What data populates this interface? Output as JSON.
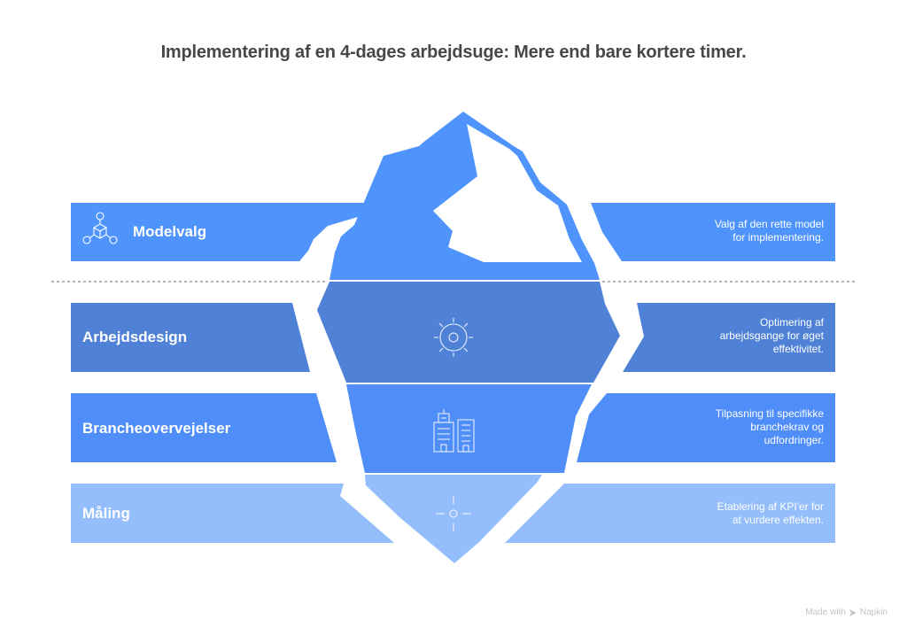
{
  "title": "Implementering af en 4-dages arbejdsuge: Mere end bare kortere timer.",
  "colors": {
    "tip": "#4f94fd",
    "row_dark": "#4f82d6",
    "row_mid": "#4f8ef8",
    "row_light": "#94bdfc",
    "title": "#474747",
    "waterline": "#9a9a9a"
  },
  "rows": [
    {
      "label": "Modelvalg",
      "icon": "network-cube-icon",
      "description_lines": [
        "Valg af den rette model",
        "for implementering."
      ],
      "level": "above-water"
    },
    {
      "label": "Arbejdsdesign",
      "icon": "gear-sun-icon",
      "description_lines": [
        "Optimering af",
        "arbejdsgange for øget",
        "effektivitet."
      ],
      "level": "below-water"
    },
    {
      "label": "Brancheovervejelser",
      "icon": "buildings-icon",
      "description_lines": [
        "Tilpasning til specifikke",
        "branchekrav og",
        "udfordringer."
      ],
      "level": "below-water"
    },
    {
      "label": "Måling",
      "icon": "crosshair-icon",
      "description_lines": [
        "Etablering af KPI'er for",
        "at vurdere effekten."
      ],
      "level": "deep"
    }
  ],
  "footer": {
    "made_with": "Made with",
    "brand": "Napkin",
    "icon": "napkin-logo-icon"
  }
}
